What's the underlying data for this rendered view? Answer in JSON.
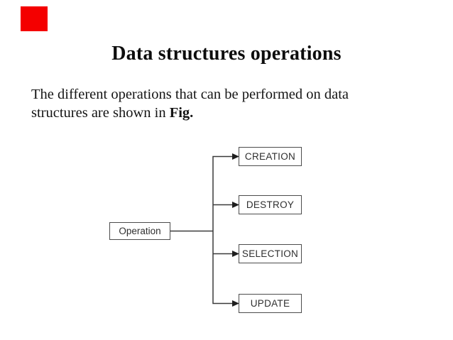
{
  "slide": {
    "title": "Data structures operations",
    "body": {
      "line1": "The different operations that can be performed on data",
      "line2_prefix": "structures are shown in",
      "line2_bold": "Fig."
    }
  },
  "figure": {
    "type": "block-diagram",
    "root_label": "Operation",
    "operations": [
      {
        "label": "CREATION"
      },
      {
        "label": "DESTROY"
      },
      {
        "label": "SELECTION"
      },
      {
        "label": "UPDATE"
      }
    ]
  },
  "colors": {
    "marker-red": "#f40000",
    "diagram-line": "#3a3a3a",
    "diagram-text": "#2e2e2e",
    "body-text": "#141414"
  }
}
